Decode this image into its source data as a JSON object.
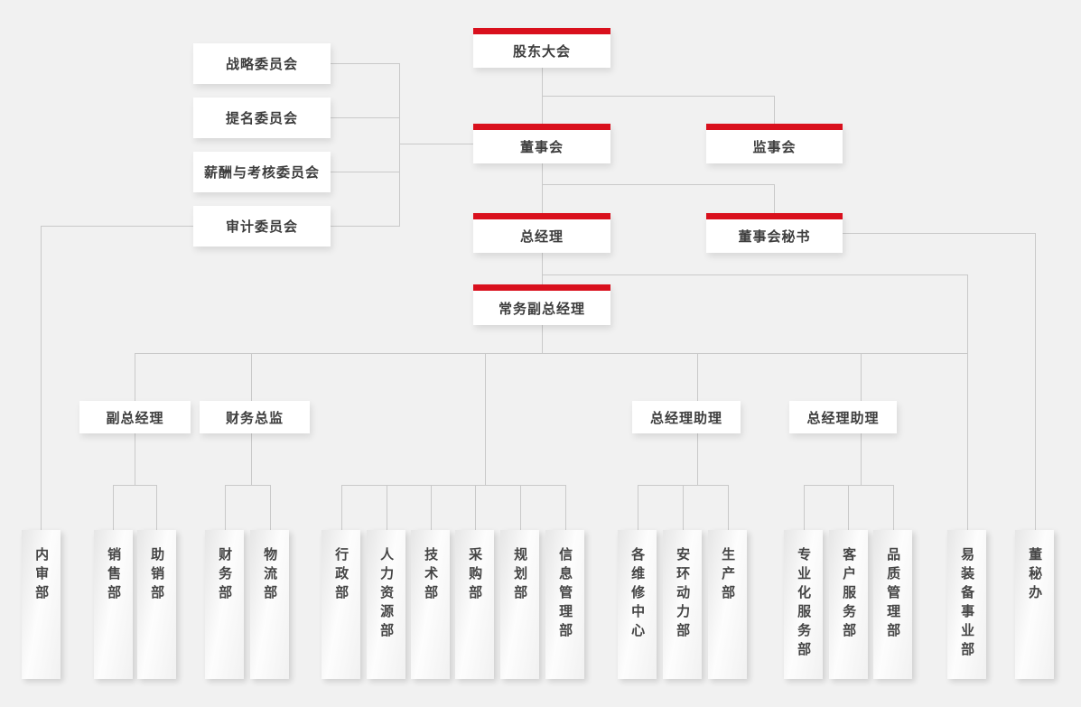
{
  "palette": {
    "accent_red": "#d9101d",
    "background": "#f1f1f1",
    "connector_gray": "#c9c9c9",
    "text_dark": "#3d3d3d"
  },
  "org_chart": {
    "shareholders_meeting": "股东大会",
    "committees": [
      "战略委员会",
      "提名委员会",
      "薪酬与考核委员会",
      "审计委员会"
    ],
    "board_of_directors": "董事会",
    "supervisory_board": "监事会",
    "general_manager": "总经理",
    "board_secretary": "董事会秘书",
    "executive_deputy_gm": "常务副总经理",
    "middle_managers": [
      "副总经理",
      "财务总监",
      "总经理助理",
      "总经理助理"
    ],
    "departments": [
      "内审部",
      "销售部",
      "助销部",
      "财务部",
      "物流部",
      "行政部",
      "人力资源部",
      "技术部",
      "采购部",
      "规划部",
      "信息管理部",
      "各维修中心",
      "安环动力部",
      "生产部",
      "专业化服务部",
      "客户服务部",
      "品质管理部",
      "易装备事业部",
      "董秘办"
    ]
  }
}
